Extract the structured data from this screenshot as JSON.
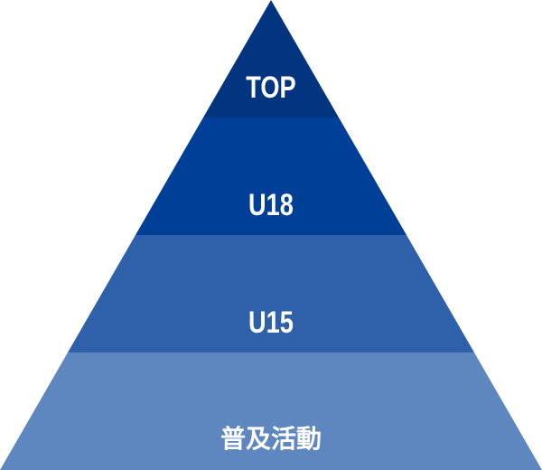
{
  "pyramid": {
    "levels": [
      {
        "label": "TOP",
        "color": "#02347f"
      },
      {
        "label": "U18",
        "color": "#003f98"
      },
      {
        "label": "U15",
        "color": "#2f61aa"
      },
      {
        "label": "普及活動",
        "color": "#5f87bf"
      }
    ]
  }
}
